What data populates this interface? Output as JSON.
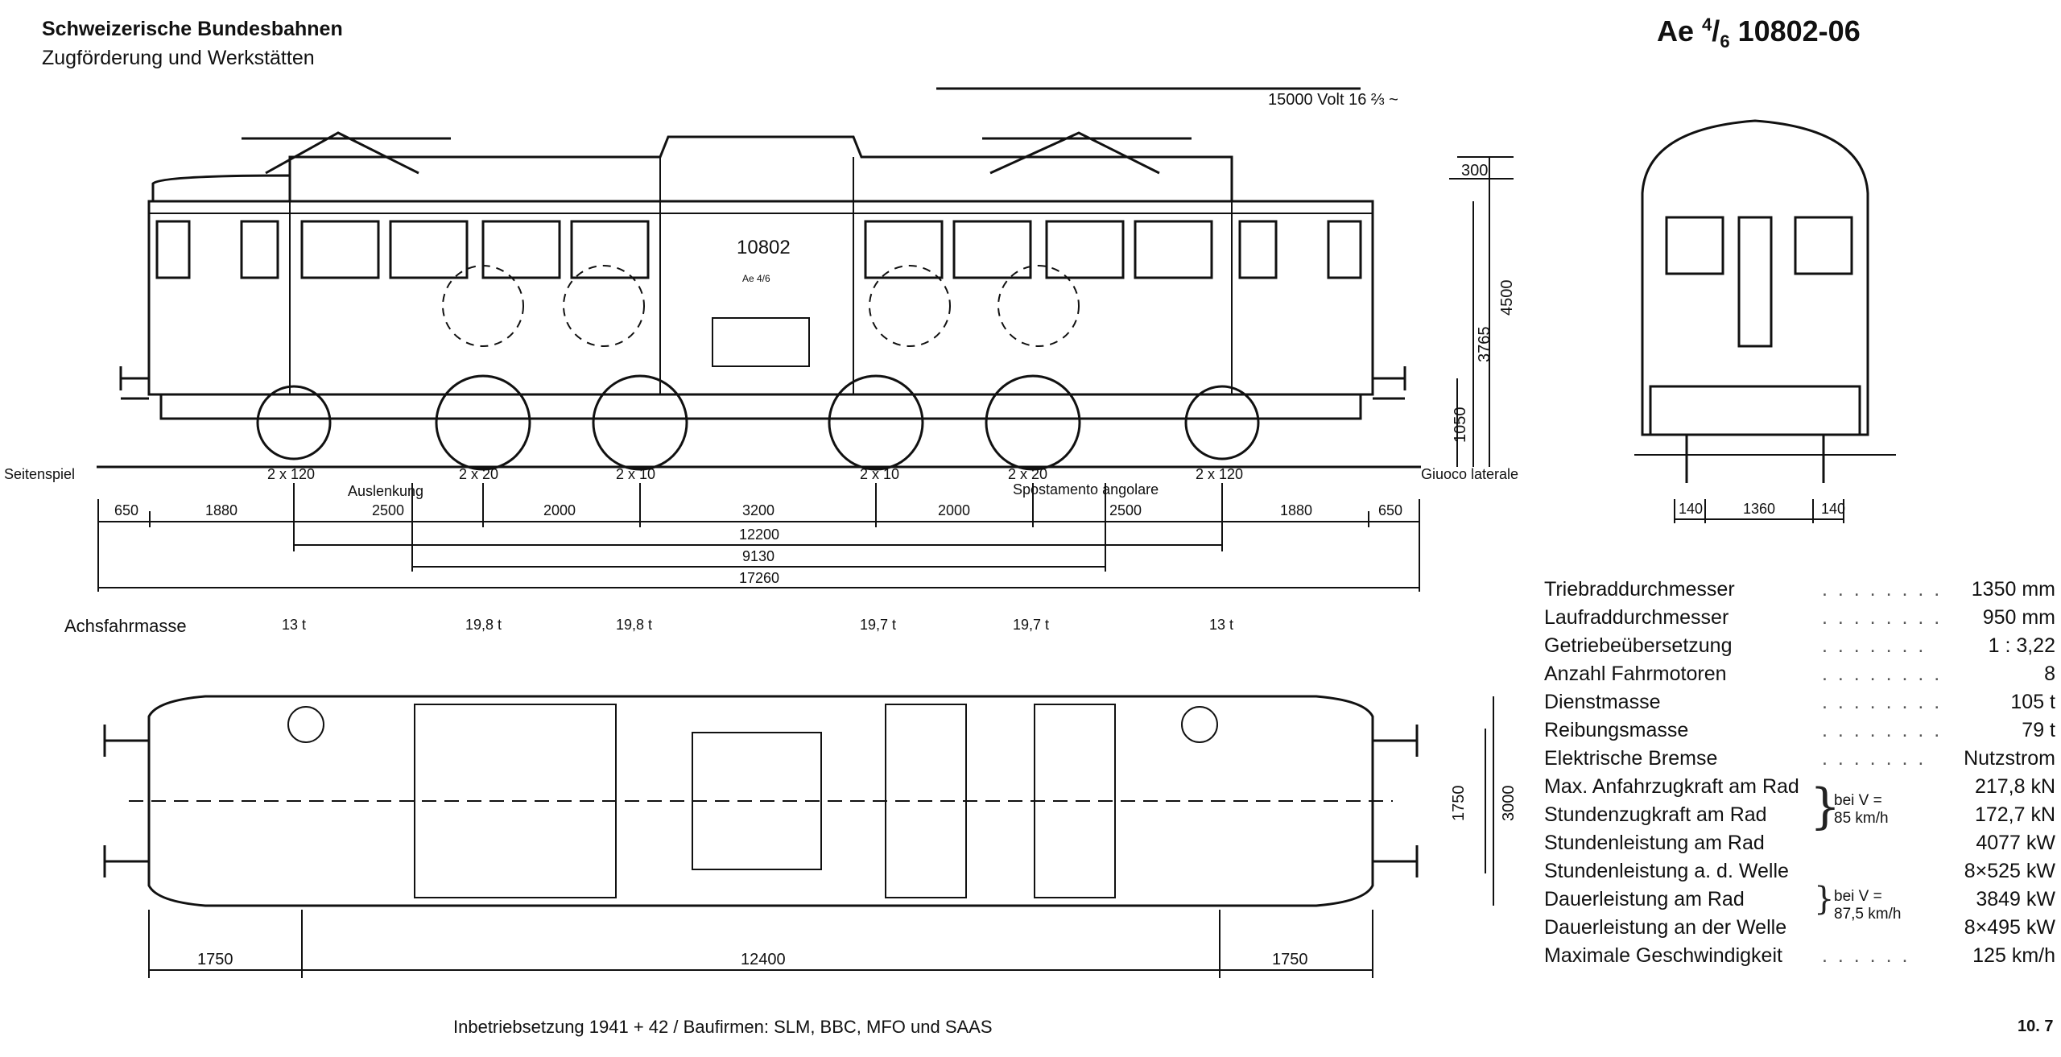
{
  "header": {
    "organization": "Schweizerische Bundesbahnen",
    "department": "Zugförderung und Werkstätten",
    "class_main": "Ae",
    "class_sup": "4",
    "class_sub": "6",
    "class_number": "10802-06"
  },
  "side_view": {
    "voltage": "15000 Volt 16 ⅔ ~",
    "loco_number": "10802",
    "loco_class_small": "Ae 4/6",
    "height_labels": [
      "300",
      "4500",
      "3765",
      "1050"
    ],
    "left_side_label": "Seitenspiel",
    "right_side_label": "Giuoco laterale",
    "lateral_play": [
      "2 x 120",
      "2 x 20",
      "2 x 10",
      "2 x 10",
      "2 x 20",
      "2 x 120"
    ],
    "deflection_de": "Auslenkung",
    "deflection_it": "Spostamento angolare",
    "spacing_row": [
      "650",
      "1880",
      "2500",
      "2000",
      "3200",
      "2000",
      "2500",
      "1880",
      "650"
    ],
    "overall_dims": [
      "12200",
      "9130",
      "17260"
    ],
    "axle_load_label": "Achsfahrmasse",
    "axle_loads": [
      "13 t",
      "19,8 t",
      "19,8 t",
      "19,7 t",
      "19,7 t",
      "13 t"
    ]
  },
  "front_view": {
    "width_dims": [
      "140",
      "1360",
      "140"
    ]
  },
  "plan_view": {
    "length_dims": [
      "1750",
      "12400",
      "1750"
    ],
    "width_dims": [
      "1750",
      "3000"
    ]
  },
  "specs": [
    {
      "label": "Triebraddurchmesser",
      "value": "1350 mm"
    },
    {
      "label": "Laufraddurchmesser",
      "value": "950 mm"
    },
    {
      "label": "Getriebeübersetzung",
      "value": "1 : 3,22"
    },
    {
      "label": "Anzahl Fahrmotoren",
      "value": "8"
    },
    {
      "label": "Dienstmasse",
      "value": "105 t"
    },
    {
      "label": "Reibungsmasse",
      "value": "79 t"
    },
    {
      "label": "Elektrische Bremse",
      "value": "Nutzstrom"
    },
    {
      "label": "Max. Anfahrzugkraft am Rad",
      "value": "217,8 kN"
    },
    {
      "label": "Stundenzugkraft am Rad",
      "value": "172,7 kN"
    },
    {
      "label": "Stundenleistung am Rad",
      "value": "4077 kW"
    },
    {
      "label": "Stundenleistung a. d. Welle",
      "value": "8×525 kW"
    },
    {
      "label": "Dauerleistung am Rad",
      "value": "3849 kW"
    },
    {
      "label": "Dauerleistung an der Welle",
      "value": "8×495 kW"
    },
    {
      "label": "Maximale Geschwindigkeit",
      "value": "125 km/h"
    }
  ],
  "speed_conditions": {
    "hourly_a": "bei V =",
    "hourly_b": "85 km/h",
    "continuous_a": "bei V =",
    "continuous_b": "87,5 km/h"
  },
  "footer": {
    "commissioning": "Inbetriebsetzung 1941 + 42 / Baufirmen: SLM, BBC, MFO und SAAS",
    "page": "10. 7"
  }
}
